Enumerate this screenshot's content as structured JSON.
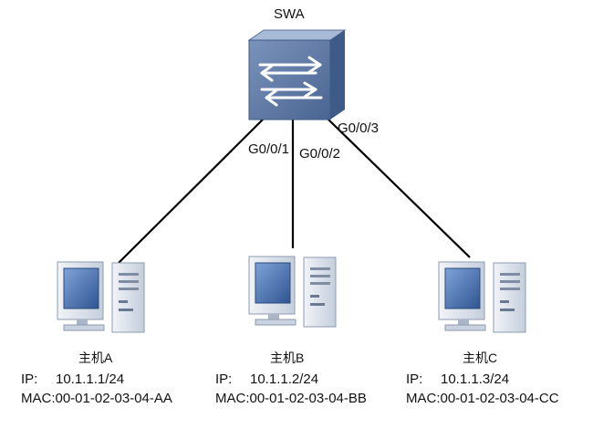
{
  "switch": {
    "name": "SWA",
    "icon": "switch-icon"
  },
  "ports": {
    "g1": "G0/0/1",
    "g2": "G0/0/2",
    "g3": "G0/0/3"
  },
  "hosts": [
    {
      "name": "主机A",
      "ip_label": "IP:",
      "ip": "10.1.1.1/24",
      "mac_label": "MAC:",
      "mac": "00-01-02-03-04-AA",
      "icon": "computer-icon"
    },
    {
      "name": "主机B",
      "ip_label": "IP:",
      "ip": "10.1.1.2/24",
      "mac_label": "MAC:",
      "mac": "00-01-02-03-04-BB",
      "icon": "computer-icon"
    },
    {
      "name": "主机C",
      "ip_label": "IP:",
      "ip": "10.1.1.3/24",
      "mac_label": "MAC:",
      "mac": "00-01-02-03-04-CC",
      "icon": "computer-icon"
    }
  ],
  "colors": {
    "switch_face": "#5f7aa6",
    "switch_top": "#8ea6c9",
    "switch_side": "#3e5a86",
    "link": "#000000",
    "computer_body": "#dde5ef",
    "computer_screen": "#4f74b0"
  }
}
